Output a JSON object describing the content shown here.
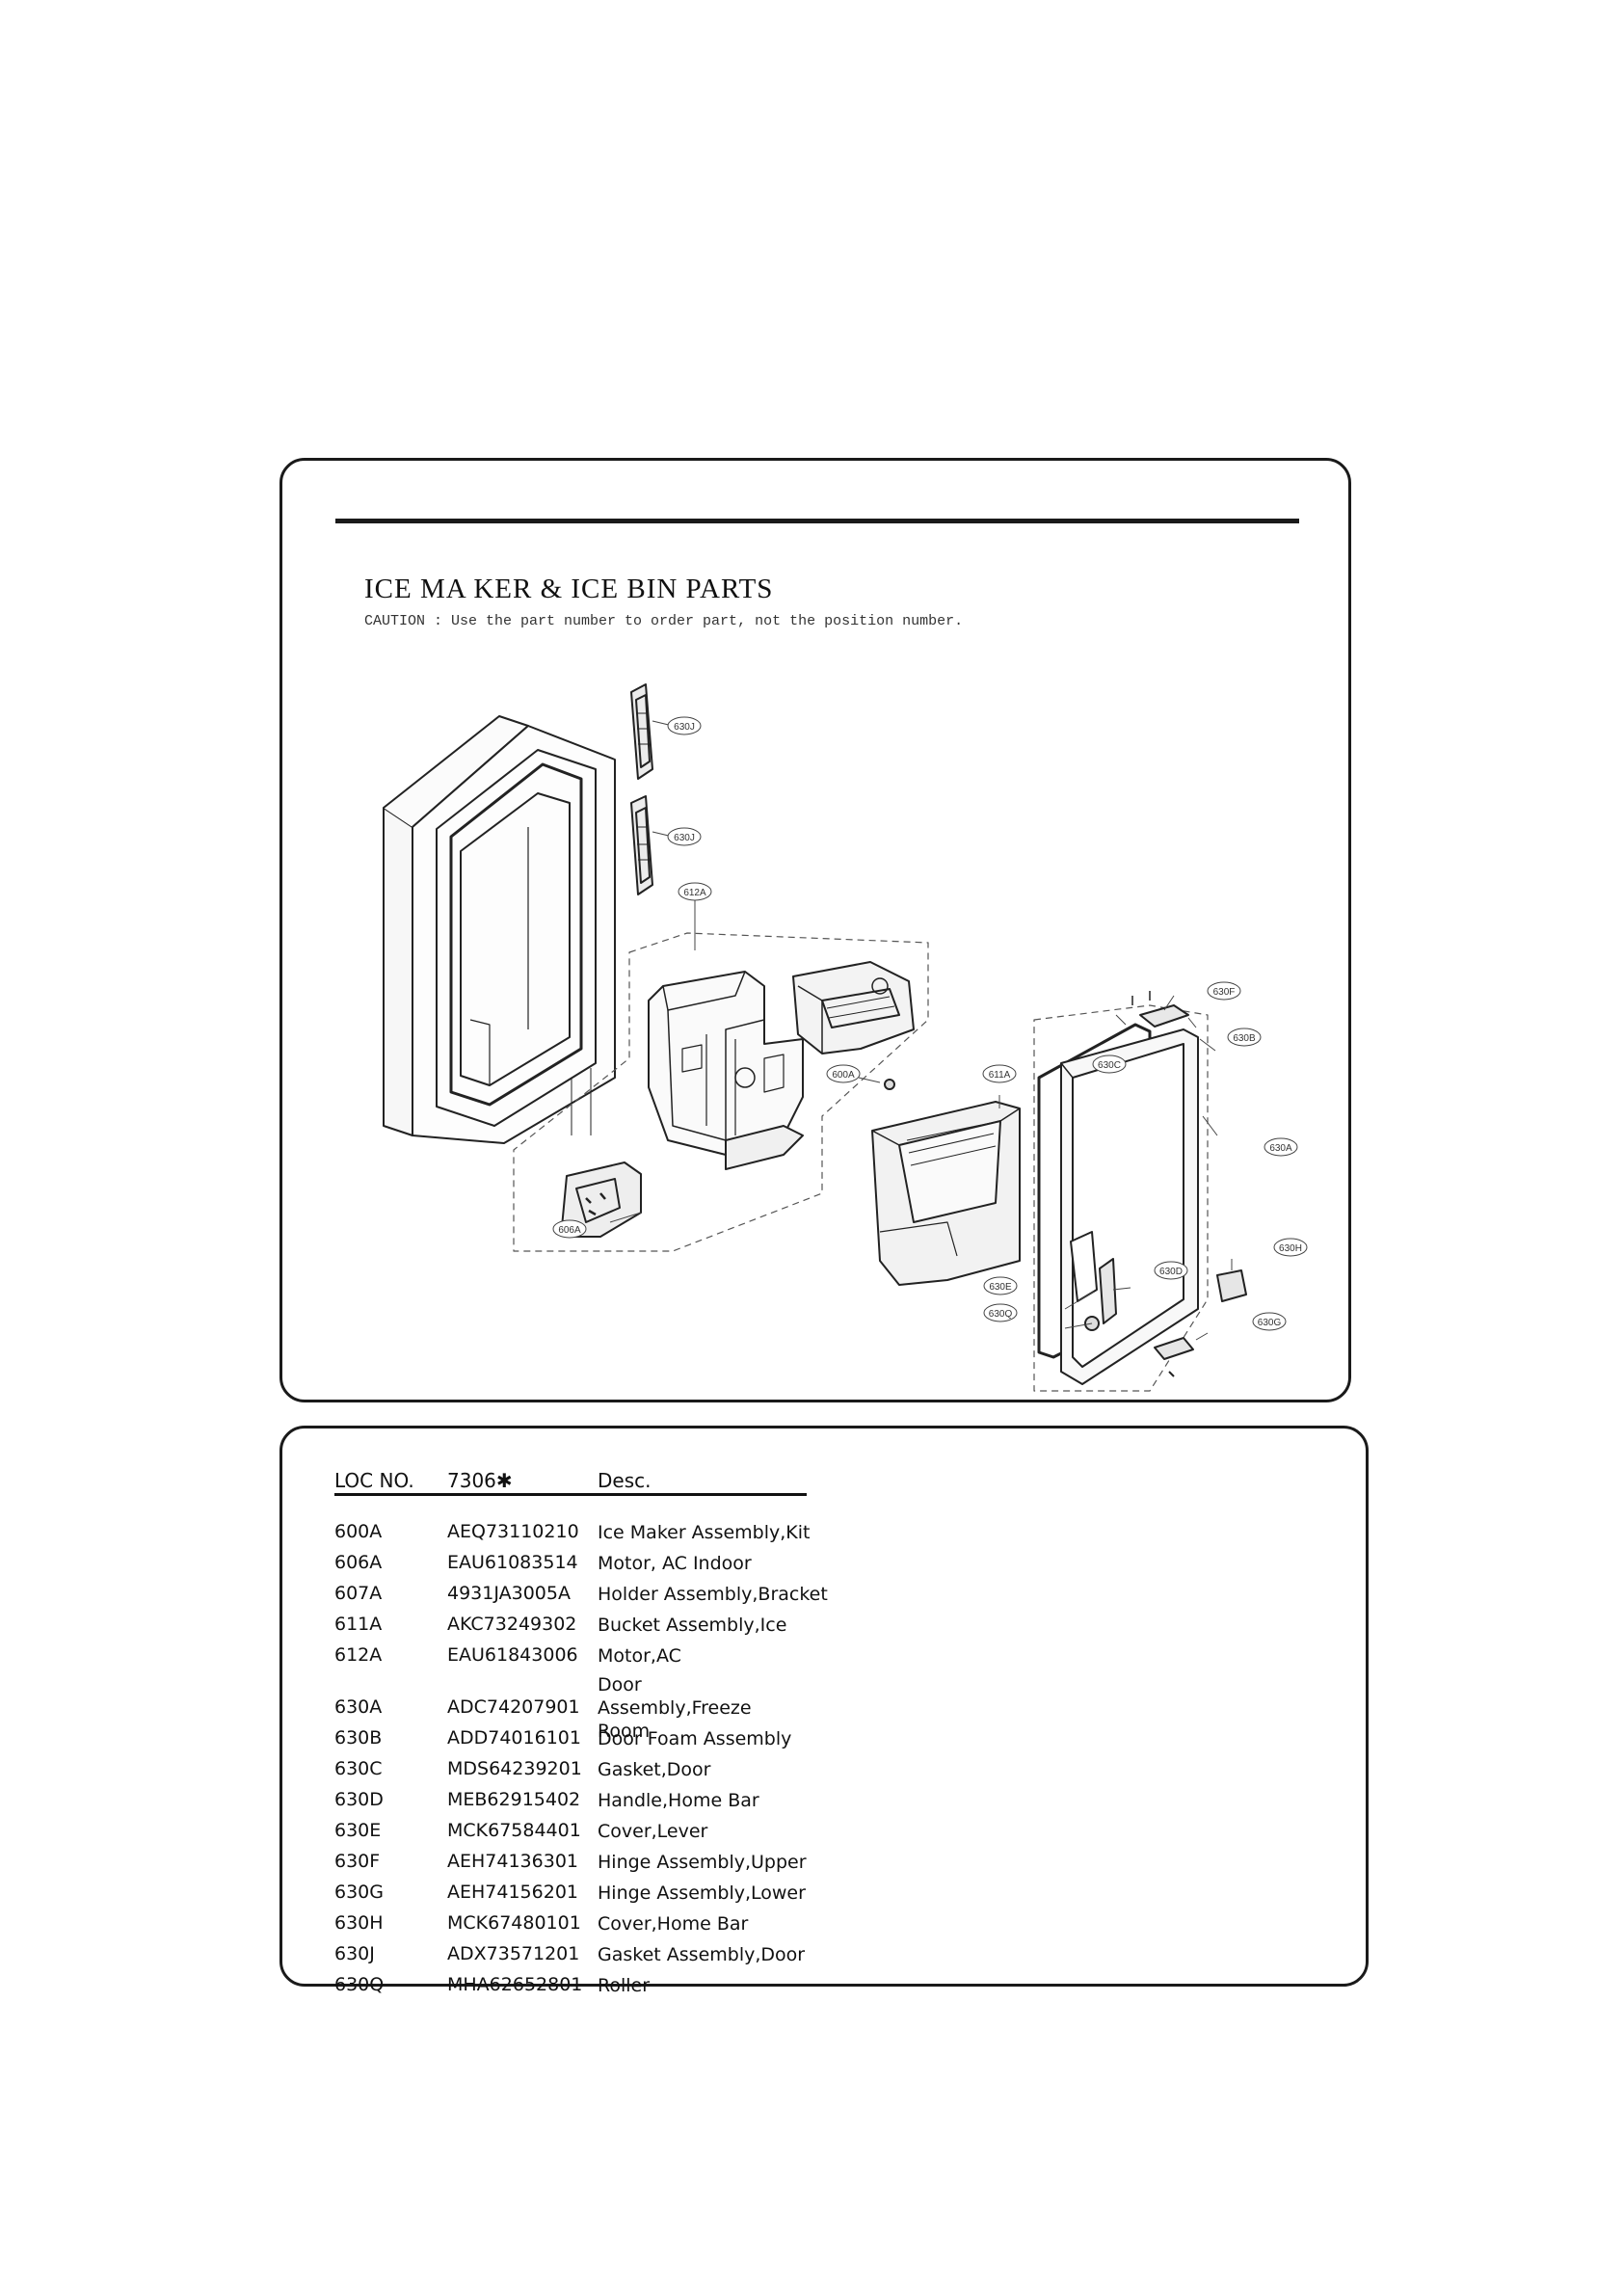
{
  "diagram": {
    "title": "ICE MA KER & ICE BIN PARTS",
    "caution": "CAUTION : Use the part number to order part, not the position number.",
    "callouts": {
      "630J_top": "630J",
      "630J_bottom": "630J",
      "612A": "612A",
      "600A": "600A",
      "611A": "611A",
      "606A": "606A",
      "630F": "630F",
      "630B": "630B",
      "630C": "630C",
      "630A": "630A",
      "630H": "630H",
      "630D": "630D",
      "630E": "630E",
      "630Q": "630Q",
      "630G": "630G"
    }
  },
  "parts_table": {
    "headers": {
      "loc": "LOC NO.",
      "part": "7306✱",
      "desc": "Desc."
    },
    "rows": [
      {
        "loc": "600A",
        "part": "AEQ73110210",
        "desc": "Ice Maker Assembly,Kit"
      },
      {
        "loc": "606A",
        "part": "EAU61083514",
        "desc": "Motor, AC Indoor"
      },
      {
        "loc": "607A",
        "part": "4931JA3005A",
        "desc": "Holder Assembly,Bracket"
      },
      {
        "loc": "611A",
        "part": "AKC73249302",
        "desc": "Bucket Assembly,Ice"
      },
      {
        "loc": "612A",
        "part": "EAU61843006",
        "desc": "Motor,AC"
      },
      {
        "loc": "630A",
        "part": "ADC74207901",
        "desc": "Door Assembly,Freeze Room"
      },
      {
        "loc": "630B",
        "part": "ADD74016101",
        "desc": "Door Foam Assembly"
      },
      {
        "loc": "630C",
        "part": "MDS64239201",
        "desc": "Gasket,Door"
      },
      {
        "loc": "630D",
        "part": "MEB62915402",
        "desc": "Handle,Home Bar"
      },
      {
        "loc": "630E",
        "part": "MCK67584401",
        "desc": "Cover,Lever"
      },
      {
        "loc": "630F",
        "part": "AEH74136301",
        "desc": "Hinge Assembly,Upper"
      },
      {
        "loc": "630G",
        "part": "AEH74156201",
        "desc": "Hinge Assembly,Lower"
      },
      {
        "loc": "630H",
        "part": "MCK67480101",
        "desc": "Cover,Home Bar"
      },
      {
        "loc": "630J",
        "part": "ADX73571201",
        "desc": "Gasket Assembly,Door"
      },
      {
        "loc": "630Q",
        "part": "MHA62652801",
        "desc": "Roller"
      }
    ]
  }
}
